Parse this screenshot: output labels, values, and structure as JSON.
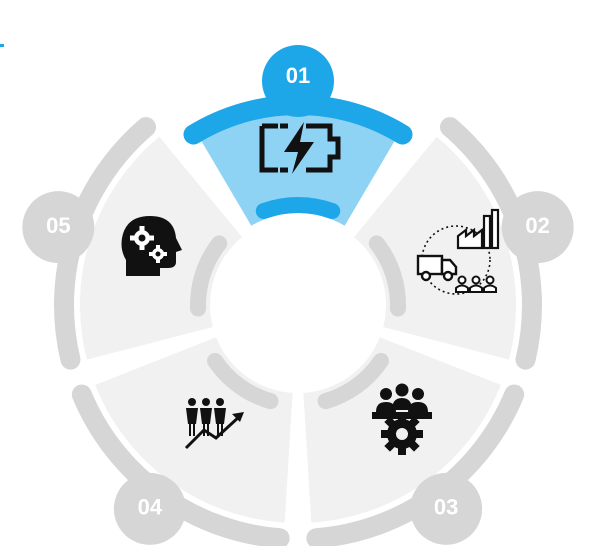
{
  "segments": [
    {
      "label": "01",
      "icon": "battery-charging-icon",
      "active": true
    },
    {
      "label": "02",
      "icon": "logistics-supply-chain-icon",
      "active": false
    },
    {
      "label": "03",
      "icon": "team-gear-icon",
      "active": false
    },
    {
      "label": "04",
      "icon": "business-growth-icon",
      "active": false
    },
    {
      "label": "05",
      "icon": "head-gears-icon",
      "active": false
    }
  ],
  "colors": {
    "active_fill": "#8fd3f4",
    "active_ring": "#1ea7e8",
    "inactive_fill": "#f1f1f1",
    "inactive_ring": "#d6d6d6",
    "active_number": "#ffffff",
    "inactive_number": "#ffffff",
    "icon": "#111111"
  }
}
